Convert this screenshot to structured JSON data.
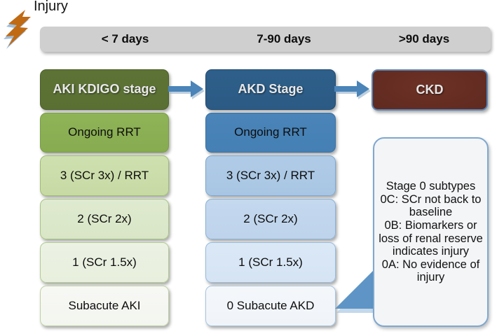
{
  "diagram": {
    "title_annotation": "Injury",
    "icons": {
      "lightning_bolt": "lightning-bolt-icon",
      "arrow_right": "arrow-right-icon",
      "callout_tail": "callout-tail-icon"
    },
    "colors": {
      "timeline_bar": "#cfcfcf",
      "aki_header": "#5d7336",
      "akd_header": "#2e5f8a",
      "ckd": "#5f2a20",
      "arrow": "#4a84b8",
      "callout_border": "#7fa8cf"
    }
  },
  "timeline": {
    "segments": [
      {
        "label": "< 7 days"
      },
      {
        "label": "7-90 days"
      },
      {
        "label": ">90 days"
      }
    ]
  },
  "columns": [
    {
      "id": "aki",
      "header": "AKI KDIGO stage",
      "rows": [
        {
          "label": "Ongoing RRT"
        },
        {
          "label": "3 (SCr 3x) / RRT"
        },
        {
          "label": "2 (SCr 2x)"
        },
        {
          "label": "1 (SCr 1.5x)"
        },
        {
          "label": "Subacute AKI"
        }
      ]
    },
    {
      "id": "akd",
      "header": "AKD Stage",
      "rows": [
        {
          "label": "Ongoing RRT"
        },
        {
          "label": "3 (SCr 3x) / RRT"
        },
        {
          "label": "2 (SCr 2x)"
        },
        {
          "label": "1 (SCr 1.5x)"
        },
        {
          "label": "0 Subacute AKD"
        }
      ]
    }
  ],
  "ckd": {
    "label": "CKD"
  },
  "callout": {
    "text": "Stage 0 subtypes\n0C: SCr not back to baseline\n0B: Biomarkers or loss of renal reserve indicates injury\n0A: No evidence of injury"
  }
}
